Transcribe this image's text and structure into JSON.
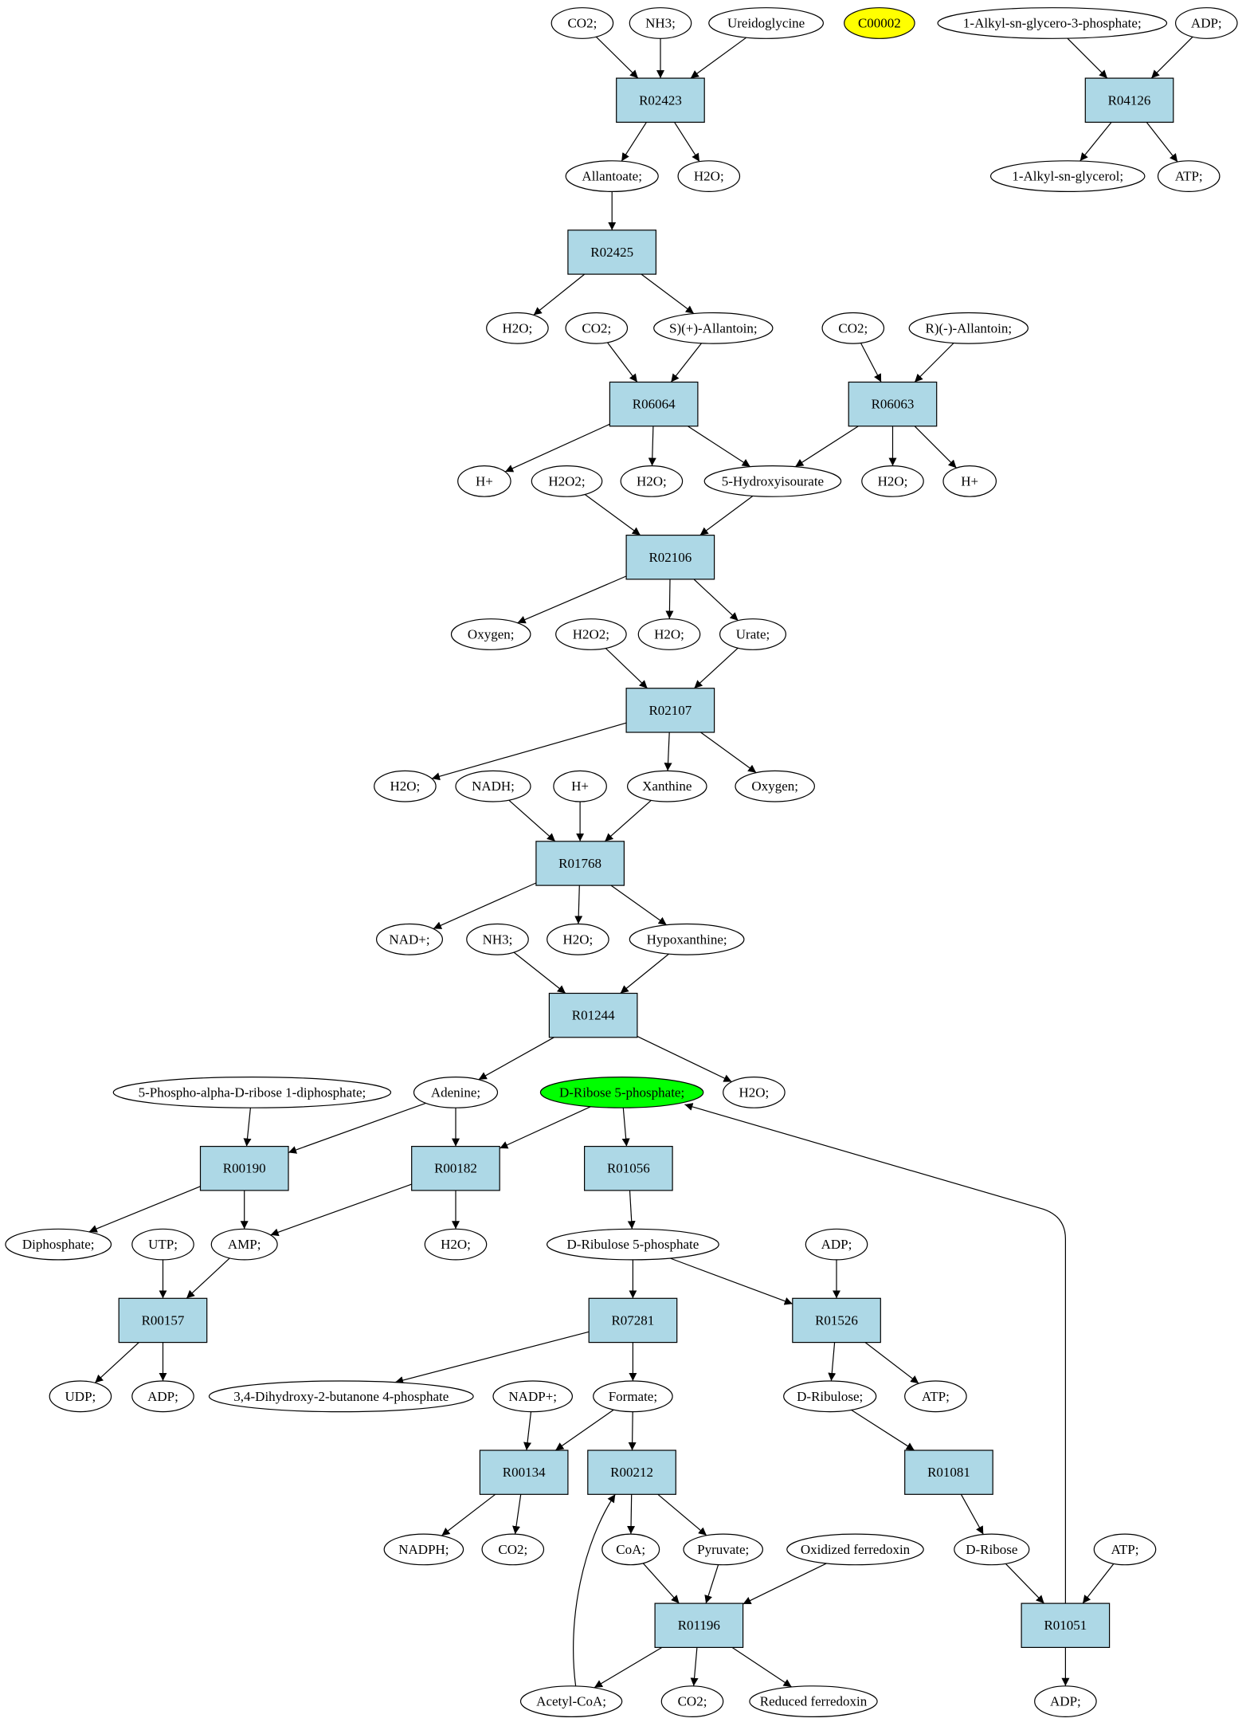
{
  "colors": {
    "reaction": "#add8e6",
    "compound": "#ffffff",
    "highlight_yellow": "#ffff00",
    "highlight_green": "#00ff00",
    "stroke": "#000000"
  },
  "reactions": [
    "R02423",
    "R04126",
    "R02425",
    "R06064",
    "R06063",
    "R02106",
    "R02107",
    "R01768",
    "R01244",
    "R00190",
    "R00182",
    "R01056",
    "R00157",
    "R07281",
    "R01526",
    "R00134",
    "R00212",
    "R01081",
    "R01196",
    "R01051"
  ],
  "compounds": [
    {
      "id": "c_co2_1",
      "label": "CO2;"
    },
    {
      "id": "c_nh3_1",
      "label": "NH3;"
    },
    {
      "id": "c_ureidoglycine",
      "label": "Ureidoglycine"
    },
    {
      "id": "c_c00002",
      "label": "C00002",
      "highlight": "yellow"
    },
    {
      "id": "c_alkylg3p",
      "label": "1-Alkyl-sn-glycero-3-phosphate;"
    },
    {
      "id": "c_adp_1",
      "label": "ADP;"
    },
    {
      "id": "c_allantoate",
      "label": "Allantoate;"
    },
    {
      "id": "c_h2o_1",
      "label": "H2O;"
    },
    {
      "id": "c_alkylglycerol",
      "label": "1-Alkyl-sn-glycerol;"
    },
    {
      "id": "c_atp_1",
      "label": "ATP;"
    },
    {
      "id": "c_h2o_2",
      "label": "H2O;"
    },
    {
      "id": "c_co2_2",
      "label": "CO2;"
    },
    {
      "id": "c_s_allantoin",
      "label": "S)(+)-Allantoin;"
    },
    {
      "id": "c_co2_3",
      "label": "CO2;"
    },
    {
      "id": "c_r_allantoin",
      "label": "R)(-)-Allantoin;"
    },
    {
      "id": "c_hplus_1",
      "label": "H+"
    },
    {
      "id": "c_h2o2_1",
      "label": "H2O2;"
    },
    {
      "id": "c_h2o_3",
      "label": "H2O;"
    },
    {
      "id": "c_5hiu",
      "label": "5-Hydroxyisourate"
    },
    {
      "id": "c_h2o_4",
      "label": "H2O;"
    },
    {
      "id": "c_hplus_2",
      "label": "H+"
    },
    {
      "id": "c_oxygen_1",
      "label": "Oxygen;"
    },
    {
      "id": "c_h2o2_2",
      "label": "H2O2;"
    },
    {
      "id": "c_h2o_5",
      "label": "H2O;"
    },
    {
      "id": "c_urate",
      "label": "Urate;"
    },
    {
      "id": "c_h2o_6",
      "label": "H2O;"
    },
    {
      "id": "c_nadh",
      "label": "NADH;"
    },
    {
      "id": "c_hplus_3",
      "label": "H+"
    },
    {
      "id": "c_xanthine",
      "label": "Xanthine"
    },
    {
      "id": "c_oxygen_2",
      "label": "Oxygen;"
    },
    {
      "id": "c_nadplus",
      "label": "NAD+;"
    },
    {
      "id": "c_nh3_2",
      "label": "NH3;"
    },
    {
      "id": "c_h2o_7",
      "label": "H2O;"
    },
    {
      "id": "c_hypoxanthine",
      "label": "Hypoxanthine;"
    },
    {
      "id": "c_prpp",
      "label": "5-Phospho-alpha-D-ribose 1-diphosphate;"
    },
    {
      "id": "c_adenine",
      "label": "Adenine;"
    },
    {
      "id": "c_ribose5p",
      "label": "D-Ribose 5-phosphate;",
      "highlight": "green"
    },
    {
      "id": "c_h2o_8",
      "label": "H2O;"
    },
    {
      "id": "c_diphosphate",
      "label": "Diphosphate;"
    },
    {
      "id": "c_utp",
      "label": "UTP;"
    },
    {
      "id": "c_amp",
      "label": "AMP;"
    },
    {
      "id": "c_h2o_9",
      "label": "H2O;"
    },
    {
      "id": "c_ribulose5p",
      "label": "D-Ribulose 5-phosphate"
    },
    {
      "id": "c_adp_2",
      "label": "ADP;"
    },
    {
      "id": "c_udp",
      "label": "UDP;"
    },
    {
      "id": "c_adp_3",
      "label": "ADP;"
    },
    {
      "id": "c_dhbp",
      "label": "3,4-Dihydroxy-2-butanone 4-phosphate"
    },
    {
      "id": "c_nadpplus",
      "label": "NADP+;"
    },
    {
      "id": "c_formate",
      "label": "Formate;"
    },
    {
      "id": "c_dribulose",
      "label": "D-Ribulose;"
    },
    {
      "id": "c_atp_2",
      "label": "ATP;"
    },
    {
      "id": "c_nadph",
      "label": "NADPH;"
    },
    {
      "id": "c_co2_4",
      "label": "CO2;"
    },
    {
      "id": "c_coa",
      "label": "CoA;"
    },
    {
      "id": "c_pyruvate",
      "label": "Pyruvate;"
    },
    {
      "id": "c_oxferredoxin",
      "label": "Oxidized ferredoxin"
    },
    {
      "id": "c_dribose",
      "label": "D-Ribose"
    },
    {
      "id": "c_atp_3",
      "label": "ATP;"
    },
    {
      "id": "c_acetylcoa",
      "label": "Acetyl-CoA;"
    },
    {
      "id": "c_co2_5",
      "label": "CO2;"
    },
    {
      "id": "c_redferredoxin",
      "label": "Reduced ferredoxin"
    },
    {
      "id": "c_adp_4",
      "label": "ADP;"
    }
  ]
}
